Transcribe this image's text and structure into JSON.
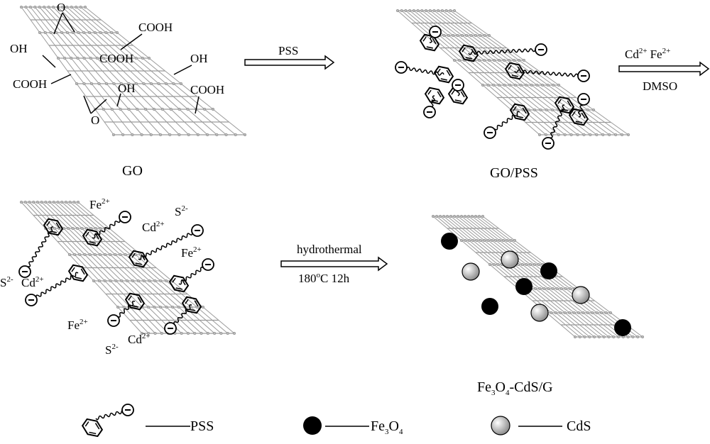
{
  "go": {
    "title": "GO",
    "groups": {
      "o1": "O",
      "o2": "O",
      "cooh1": "COOH",
      "cooh2": "COOH",
      "cooh3": "COOH",
      "cooh4": "COOH",
      "oh1": "OH",
      "oh2": "OH",
      "oh3": "OH"
    }
  },
  "step1": {
    "reagent": "PSS"
  },
  "gopss": {
    "title": "GO/PSS"
  },
  "step2": {
    "cd": "Cd",
    "cd_charge": "2+",
    "fe": "Fe",
    "fe_charge": "2+",
    "solvent": "DMSO"
  },
  "intermediate": {
    "fe": "Fe",
    "fe_charge": "2+",
    "cd": "Cd",
    "cd_charge": "2+",
    "s": "S",
    "s_charge": "2-"
  },
  "step3": {
    "process": "hydrothermal",
    "temp": "180",
    "deg": "o",
    "temp_unit": "C 12h"
  },
  "product": {
    "title_a": "Fe",
    "sub1": "3",
    "title_b": "O",
    "sub2": "4",
    "title_c": "-CdS/G"
  },
  "legend": {
    "pss": "PSS",
    "fe3o4_a": "Fe",
    "fe3o4_s1": "3",
    "fe3o4_b": "O",
    "fe3o4_s2": "4",
    "cds": "CdS"
  },
  "colors": {
    "fe3o4": "#000000",
    "cds": "#c8c8c8",
    "sheet": "#9a9a9a"
  }
}
